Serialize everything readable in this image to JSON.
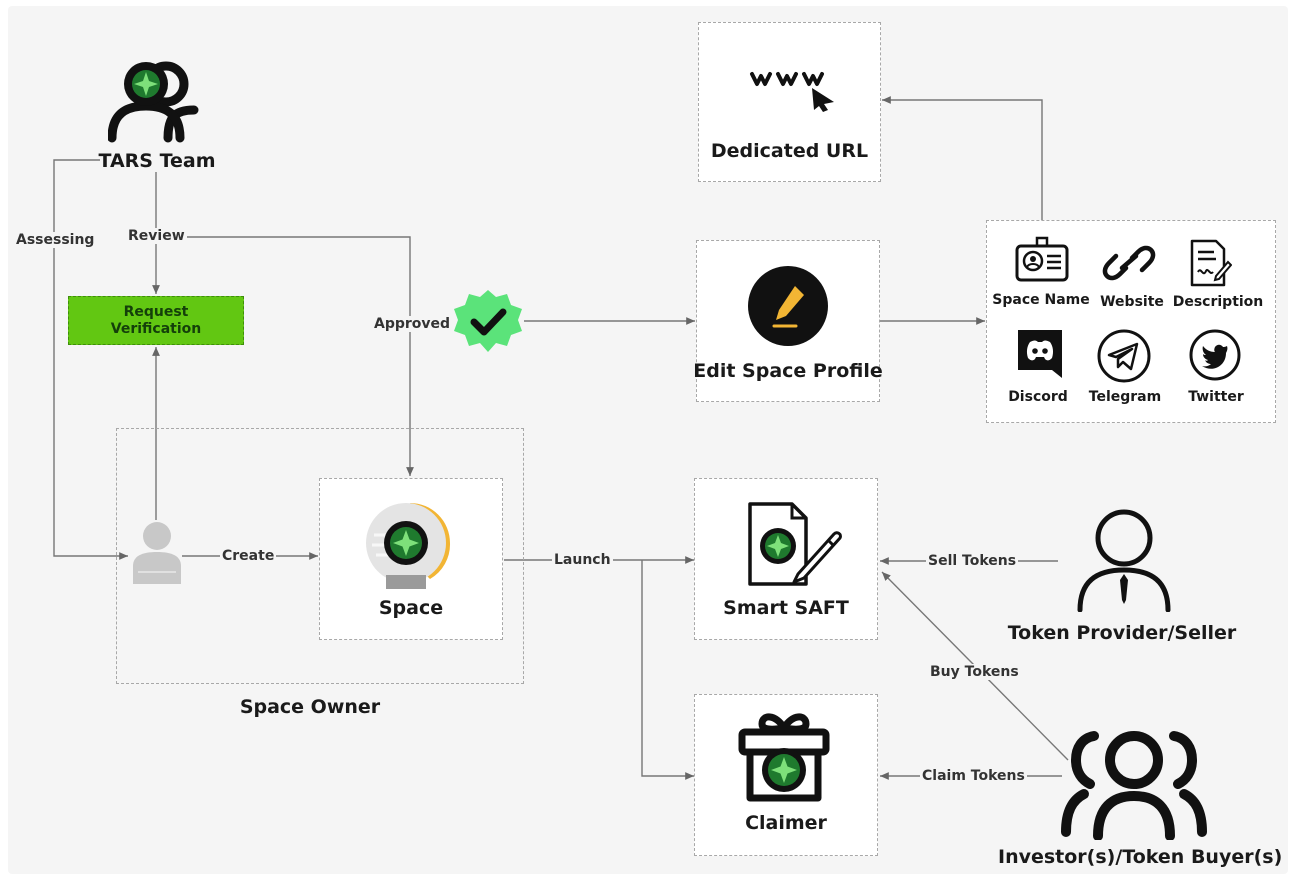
{
  "actors": {
    "tars_team": "TARS Team",
    "space_owner": "Space Owner",
    "token_provider": "Token Provider/Seller",
    "investors": "Investor(s)/Token Buyer(s)"
  },
  "nodes": {
    "request_verification_line1": "Request",
    "request_verification_line2": "Verification",
    "space": "Space",
    "edit_space_profile": "Edit Space Profile",
    "dedicated_url": "Dedicated URL",
    "smart_saft": "Smart SAFT",
    "claimer": "Claimer"
  },
  "profile_fields": {
    "space_name": "Space Name",
    "website": "Website",
    "description": "Description",
    "discord": "Discord",
    "telegram": "Telegram",
    "twitter": "Twitter"
  },
  "edges": {
    "assessing": "Assessing",
    "review": "Review",
    "approved": "Approved",
    "create": "Create",
    "launch": "Launch",
    "sell_tokens": "Sell Tokens",
    "buy_tokens": "Buy Tokens",
    "claim_tokens": "Claim Tokens"
  },
  "colors": {
    "verification_green": "#62c712",
    "approved_badge": "#5be37a",
    "tars_logo": "#1f7a2e",
    "space_arc": "#f2b534"
  },
  "icons": {
    "url": "www-cursor-icon",
    "edit": "pen-icon",
    "contract": "document-signature-icon",
    "gift": "gift-icon",
    "id": "id-card-icon",
    "link": "link-icon",
    "doc": "document-icon",
    "discord": "discord-icon",
    "telegram": "telegram-icon",
    "twitter": "twitter-icon"
  }
}
